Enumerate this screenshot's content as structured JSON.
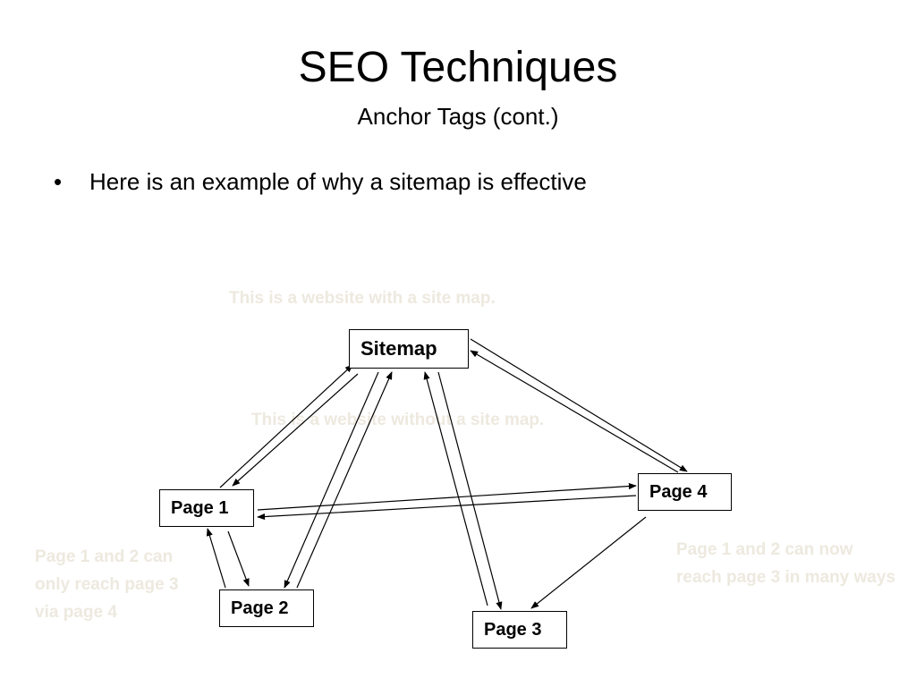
{
  "slide": {
    "title": "SEO Techniques",
    "subtitle": "Anchor Tags (cont.)",
    "bullet": "•",
    "bullet_text": "Here is an example of why a sitemap is effective"
  },
  "diagram": {
    "caption_with_sitemap": "This is a website with a site map.",
    "caption_without_sitemap": "This is a website without a site map.",
    "note_left": "Page 1 and 2 can only reach page 3 via page 4",
    "note_right": "Page 1 and 2 can now reach page 3 in many ways",
    "nodes": {
      "sitemap": "Sitemap",
      "page1": "Page 1",
      "page2": "Page 2",
      "page3": "Page 3",
      "page4": "Page 4"
    },
    "colors": {
      "faded_text": "#ede9df",
      "line": "#000000"
    }
  }
}
